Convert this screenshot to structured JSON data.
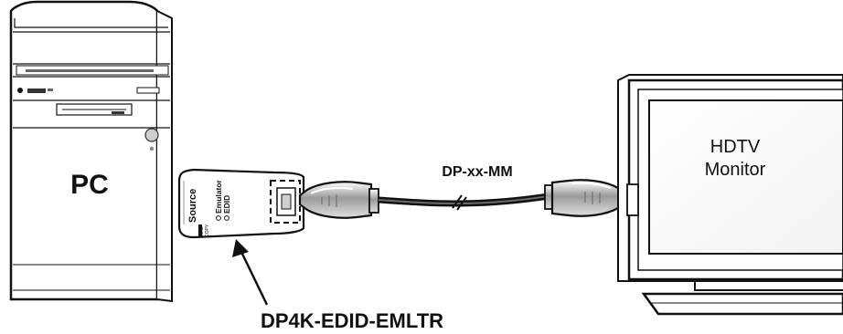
{
  "pc": {
    "label": "PC"
  },
  "emulator": {
    "source_label": "Source",
    "mode_labels": [
      "EDID",
      "COPY"
    ],
    "led_labels": [
      "Emulator",
      "EDID"
    ],
    "model_label": "DP4K-EDID-EMLTR"
  },
  "cable": {
    "label": "DP-xx-MM"
  },
  "monitor": {
    "label_line1": "HDTV",
    "label_line2": "Monitor"
  }
}
